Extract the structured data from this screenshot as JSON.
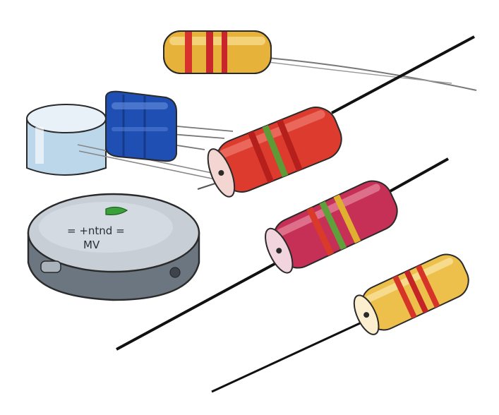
{
  "scene": {
    "background": "#ffffff",
    "components": [
      {
        "kind": "resistor",
        "body_color": "#e7b23a",
        "bands": [
          "#d8322d",
          "#c8262b",
          "#c8262b"
        ]
      },
      {
        "kind": "resistor",
        "body_color": "#de3b2f",
        "bands": [
          "#b51f1c",
          "#5e9a35",
          "#b51f1c"
        ]
      },
      {
        "kind": "resistor",
        "body_color": "#c73056",
        "bands": [
          "#d93a2a",
          "#5fa03a",
          "#e0b030"
        ]
      },
      {
        "kind": "resistor",
        "body_color": "#ecc04a",
        "bands": [
          "#d63429",
          "#c42426",
          "#d63429"
        ]
      },
      {
        "kind": "capacitor",
        "body_color": "#bcd6ea"
      },
      {
        "kind": "inductor",
        "body_color": "#1f4fb3"
      },
      {
        "kind": "coin-battery",
        "body_color": "#6b7681"
      }
    ],
    "battery_label": {
      "line1": "= +ntnd =",
      "line2": "MV"
    }
  }
}
